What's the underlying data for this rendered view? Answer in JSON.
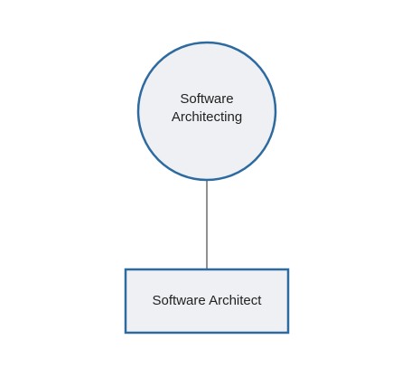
{
  "diagram": {
    "circle_node": {
      "line1": "Software",
      "line2": "Architecting"
    },
    "box_node": {
      "label": "Software Architect"
    },
    "colors": {
      "node_fill": "#eef0f3",
      "node_stroke": "#2d6aa0",
      "connector": "#6b6b6b",
      "text": "#222222"
    }
  }
}
